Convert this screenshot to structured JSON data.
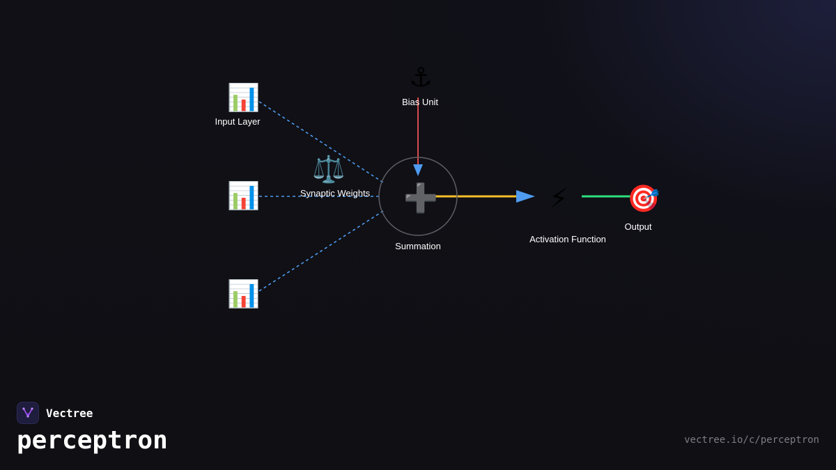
{
  "brand": {
    "name": "Vectree",
    "logo_icon": "vectree-logo-icon"
  },
  "page": {
    "title": "perceptron",
    "url": "vectree.io/c/perceptron"
  },
  "colors": {
    "background": "#0f0f14",
    "input_connection": "#4f9cf0",
    "bias_connection": "#ef5350",
    "summation_output": "#f5c02a",
    "activation_output": "#2ee07c",
    "arrowhead": "#4f9cf0",
    "summation_ring": "#5f5f66"
  },
  "diagram": {
    "nodes": {
      "input_1": {
        "icon": "bar-chart-icon",
        "glyph": "📊",
        "label": "Input Layer"
      },
      "input_2": {
        "icon": "bar-chart-icon",
        "glyph": "📊",
        "label": ""
      },
      "input_3": {
        "icon": "bar-chart-icon",
        "glyph": "📊",
        "label": ""
      },
      "weights": {
        "icon": "balance-scale-icon",
        "glyph": "⚖️",
        "label": "Synaptic Weights"
      },
      "bias": {
        "icon": "anchor-icon",
        "glyph": "⚓",
        "label": "Bias Unit"
      },
      "summation": {
        "icon": "plus-icon",
        "glyph": "➕",
        "label": "Summation"
      },
      "activation": {
        "icon": "lightning-bolt-icon",
        "glyph": "⚡",
        "label": "Activation Function"
      },
      "output": {
        "icon": "target-icon",
        "glyph": "🎯",
        "label": "Output"
      }
    },
    "edges": [
      {
        "from": "input_1",
        "to": "summation",
        "style": "dashed"
      },
      {
        "from": "input_2",
        "to": "summation",
        "style": "dashed"
      },
      {
        "from": "input_3",
        "to": "summation",
        "style": "dashed"
      },
      {
        "from": "bias",
        "to": "summation",
        "style": "solid"
      },
      {
        "from": "summation",
        "to": "activation",
        "style": "solid"
      },
      {
        "from": "activation",
        "to": "output",
        "style": "solid"
      }
    ]
  }
}
